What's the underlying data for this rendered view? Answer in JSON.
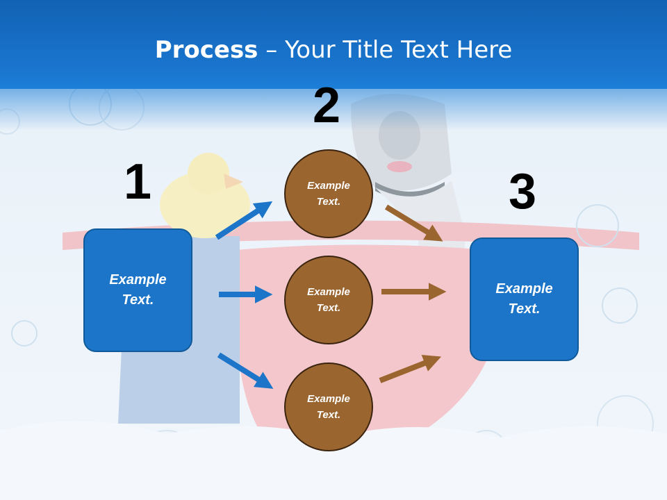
{
  "title": {
    "bold": "Process",
    "rest": " – Your Title Text Here"
  },
  "steps": [
    {
      "number": "1",
      "text": "Example\nText."
    },
    {
      "number": "2",
      "text": "Example\nText."
    },
    {
      "number": "3",
      "text": "Example\nText."
    }
  ],
  "circles": [
    {
      "text": "Example\nText."
    },
    {
      "text": "Example\nText."
    },
    {
      "text": "Example\nText."
    }
  ],
  "colors": {
    "header": "#1a76cf",
    "box_fill": "#1c75c8",
    "circle_fill": "#9b6530",
    "arrow_blue": "#1c75c8",
    "arrow_brown": "#9b6530"
  }
}
